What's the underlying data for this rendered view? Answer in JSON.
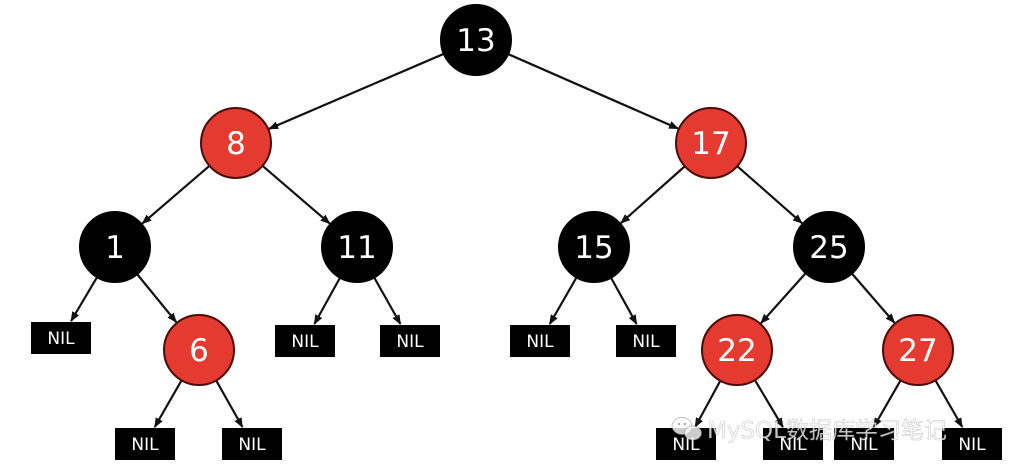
{
  "colors": {
    "black_node": "#000000",
    "red_node": "#e53a2f",
    "red_node_stroke": "#4a0c08",
    "edge": "#111111",
    "node_text": "#ffffff",
    "nil_fill": "#000000"
  },
  "nil_label": "NIL",
  "nodes": [
    {
      "id": "n13",
      "value": "13",
      "color": "black"
    },
    {
      "id": "n8",
      "value": "8",
      "color": "red"
    },
    {
      "id": "n17",
      "value": "17",
      "color": "red"
    },
    {
      "id": "n1",
      "value": "1",
      "color": "black"
    },
    {
      "id": "n11",
      "value": "11",
      "color": "black"
    },
    {
      "id": "n15",
      "value": "15",
      "color": "black"
    },
    {
      "id": "n25",
      "value": "25",
      "color": "black"
    },
    {
      "id": "n6",
      "value": "6",
      "color": "red"
    },
    {
      "id": "n22",
      "value": "22",
      "color": "red"
    },
    {
      "id": "n27",
      "value": "27",
      "color": "red"
    }
  ],
  "nils": [
    {
      "id": "nil1L"
    },
    {
      "id": "nil6L"
    },
    {
      "id": "nil6R"
    },
    {
      "id": "nil11L"
    },
    {
      "id": "nil11R"
    },
    {
      "id": "nil15L"
    },
    {
      "id": "nil15R"
    },
    {
      "id": "nil22L"
    },
    {
      "id": "nil22R"
    },
    {
      "id": "nil27L"
    },
    {
      "id": "nil27R"
    }
  ],
  "edges": [
    [
      "n13",
      "n8"
    ],
    [
      "n13",
      "n17"
    ],
    [
      "n8",
      "n1"
    ],
    [
      "n8",
      "n11"
    ],
    [
      "n17",
      "n15"
    ],
    [
      "n17",
      "n25"
    ],
    [
      "n1",
      "nil1L"
    ],
    [
      "n1",
      "n6"
    ],
    [
      "n6",
      "nil6L"
    ],
    [
      "n6",
      "nil6R"
    ],
    [
      "n11",
      "nil11L"
    ],
    [
      "n11",
      "nil11R"
    ],
    [
      "n15",
      "nil15L"
    ],
    [
      "n15",
      "nil15R"
    ],
    [
      "n25",
      "n22"
    ],
    [
      "n25",
      "n27"
    ],
    [
      "n22",
      "nil22L"
    ],
    [
      "n22",
      "nil22R"
    ],
    [
      "n27",
      "nil27L"
    ],
    [
      "n27",
      "nil27R"
    ]
  ],
  "watermark": {
    "icon": "wechat-icon",
    "text": "MySQL数据库学习笔记"
  }
}
